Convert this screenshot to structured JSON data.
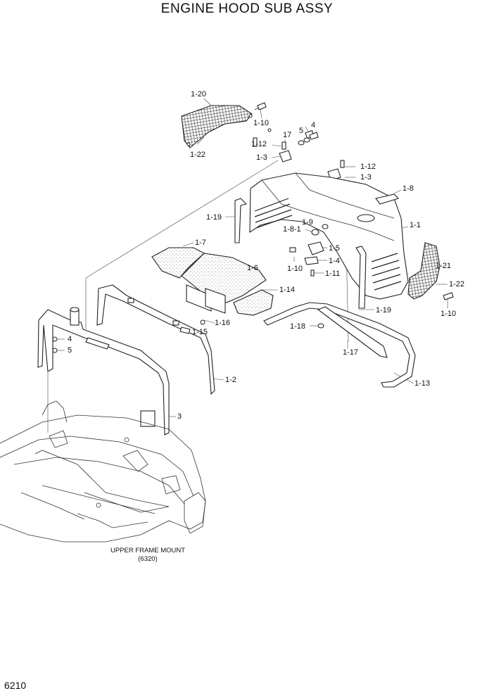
{
  "title": "ENGINE HOOD SUB ASSY",
  "page_number": "6210",
  "frame_caption": {
    "line1": "UPPER FRAME MOUNT",
    "line2": "(6320)"
  },
  "callouts": [
    {
      "id": "c-1-20",
      "text": "1-20"
    },
    {
      "id": "c-1-10a",
      "text": "1-10"
    },
    {
      "id": "c-1-22a",
      "text": "1-22"
    },
    {
      "id": "c-4a",
      "text": "4"
    },
    {
      "id": "c-5a",
      "text": "5"
    },
    {
      "id": "c-17a",
      "text": "17"
    },
    {
      "id": "c-1-12a",
      "text": "1-12"
    },
    {
      "id": "c-1-3a",
      "text": "1-3"
    },
    {
      "id": "c-1-12b",
      "text": "1-12"
    },
    {
      "id": "c-1-3b",
      "text": "1-3"
    },
    {
      "id": "c-1-8",
      "text": "1-8"
    },
    {
      "id": "c-1-19a",
      "text": "1-19"
    },
    {
      "id": "c-1-9",
      "text": "1-9"
    },
    {
      "id": "c-1-8-1",
      "text": "1-8-1"
    },
    {
      "id": "c-1-1",
      "text": "1-1"
    },
    {
      "id": "c-1-7",
      "text": "1-7"
    },
    {
      "id": "c-1-5",
      "text": "1-5"
    },
    {
      "id": "c-1-4",
      "text": "1-4"
    },
    {
      "id": "c-1-10b",
      "text": "1-10"
    },
    {
      "id": "c-1-11",
      "text": "1-11"
    },
    {
      "id": "c-1-21",
      "text": "1-21"
    },
    {
      "id": "c-1-6",
      "text": "1-6"
    },
    {
      "id": "c-1-22b",
      "text": "1-22"
    },
    {
      "id": "c-1-14",
      "text": "1-14"
    },
    {
      "id": "c-1-19b",
      "text": "1-19"
    },
    {
      "id": "c-1-10c",
      "text": "1-10"
    },
    {
      "id": "c-1-16",
      "text": "1-16"
    },
    {
      "id": "c-1-15",
      "text": "1-15"
    },
    {
      "id": "c-1-18",
      "text": "1-18"
    },
    {
      "id": "c-4b",
      "text": "4"
    },
    {
      "id": "c-5b",
      "text": "5"
    },
    {
      "id": "c-1-17",
      "text": "1-17"
    },
    {
      "id": "c-1-2",
      "text": "1-2"
    },
    {
      "id": "c-1-13",
      "text": "1-13"
    },
    {
      "id": "c-3",
      "text": "3"
    }
  ]
}
